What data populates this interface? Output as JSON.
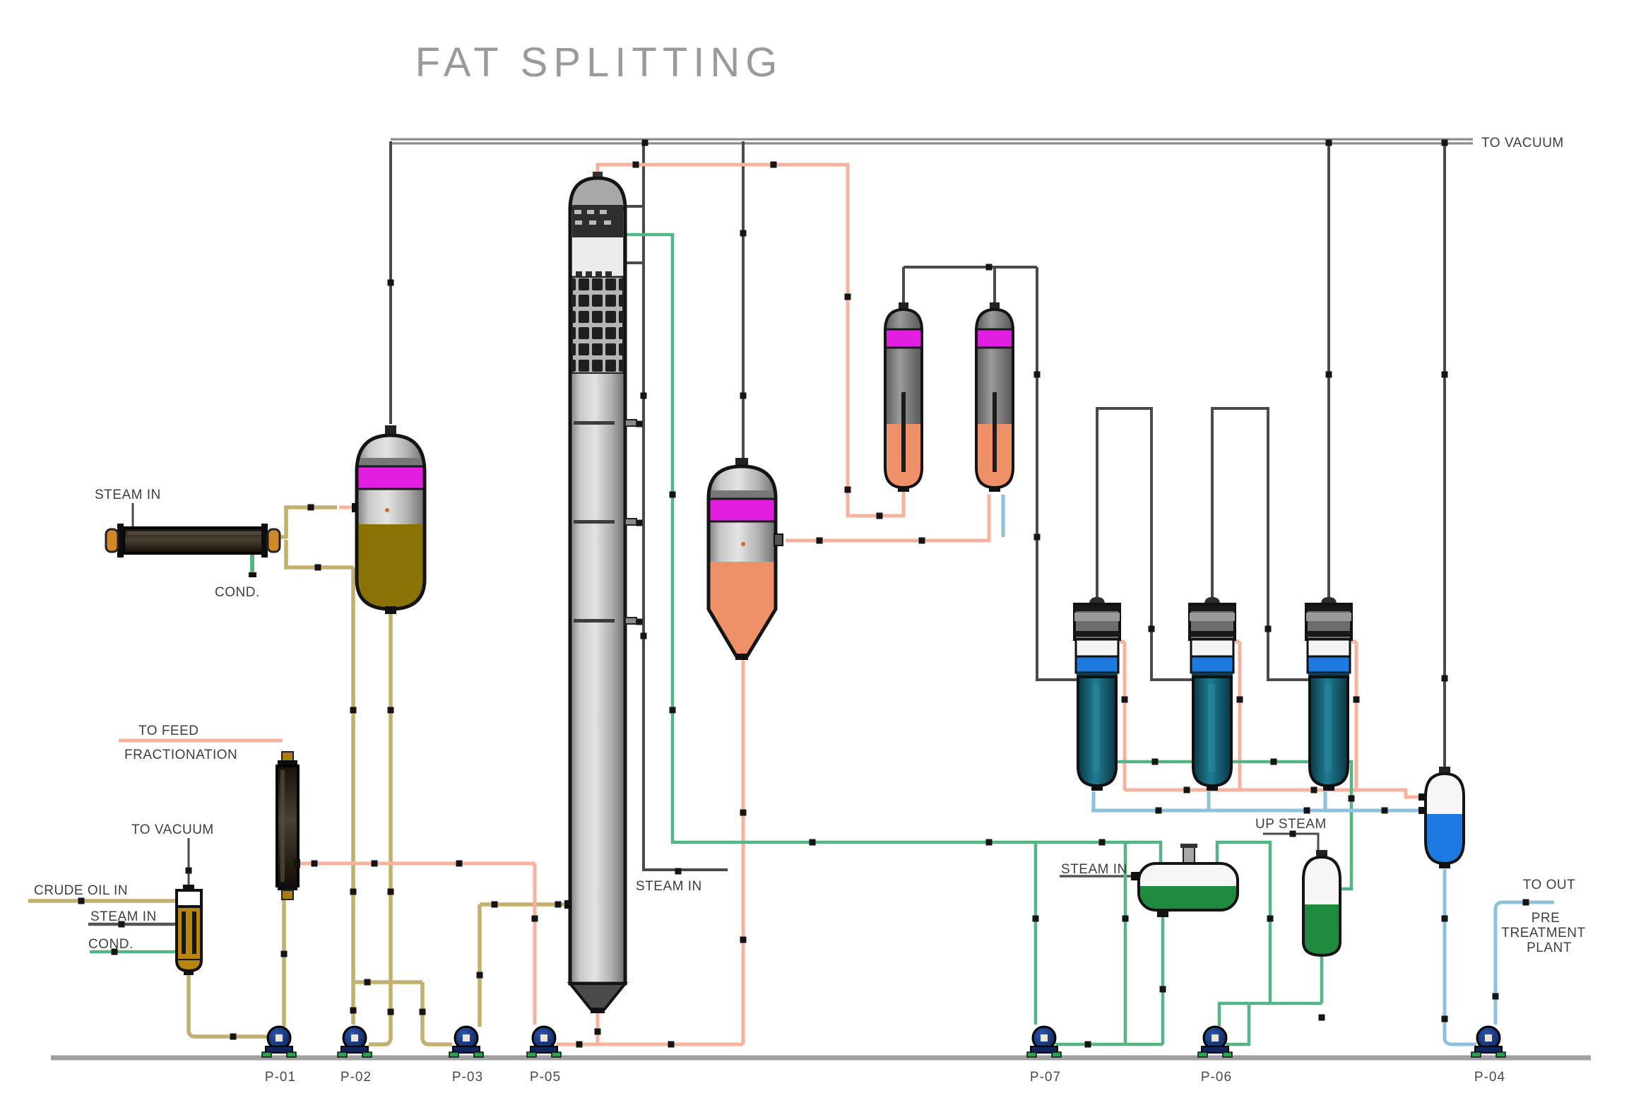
{
  "title": "FAT SPLITTING",
  "labels": {
    "to_vacuum_top": "TO VACUUM",
    "steam_in_exchanger": "STEAM IN",
    "cond_exchanger": "COND.",
    "to_feed": "TO FEED",
    "fractionation": "FRACTIONATION",
    "to_vacuum_degasser": "TO VACUUM",
    "crude_oil_in": "CRUDE OIL IN",
    "steam_in_degasser": "STEAM IN",
    "cond_degasser": "COND.",
    "steam_in_column": "STEAM IN",
    "steam_in_drum": "STEAM IN",
    "up_steam": "UP STEAM",
    "to_out": "TO OUT",
    "pre_treatment_1": "PRE",
    "pre_treatment_2": "TREATMENT",
    "pre_treatment_3": "PLANT"
  },
  "pumps": [
    {
      "label": "P-01"
    },
    {
      "label": "P-02"
    },
    {
      "label": "P-03"
    },
    {
      "label": "P-05"
    },
    {
      "label": "P-07"
    },
    {
      "label": "P-06"
    },
    {
      "label": "P-04"
    }
  ],
  "colors": {
    "pipe_fat": "#c3af6e",
    "pipe_fatty_acid": "#f6b29c",
    "pipe_condensate": "#54b483",
    "pipe_water": "#8ec2dc",
    "pipe_vapor": "#4a4a4a",
    "band_magenta": "#e31ee3",
    "liquid_olive": "#8a7205",
    "liquid_orange": "#ef9168",
    "liquid_green": "#1f8b3f",
    "liquid_blue": "#1d7ae0",
    "teal_body": "#125a6e",
    "pump_navy": "#16306e",
    "title_gray": "#999999"
  }
}
